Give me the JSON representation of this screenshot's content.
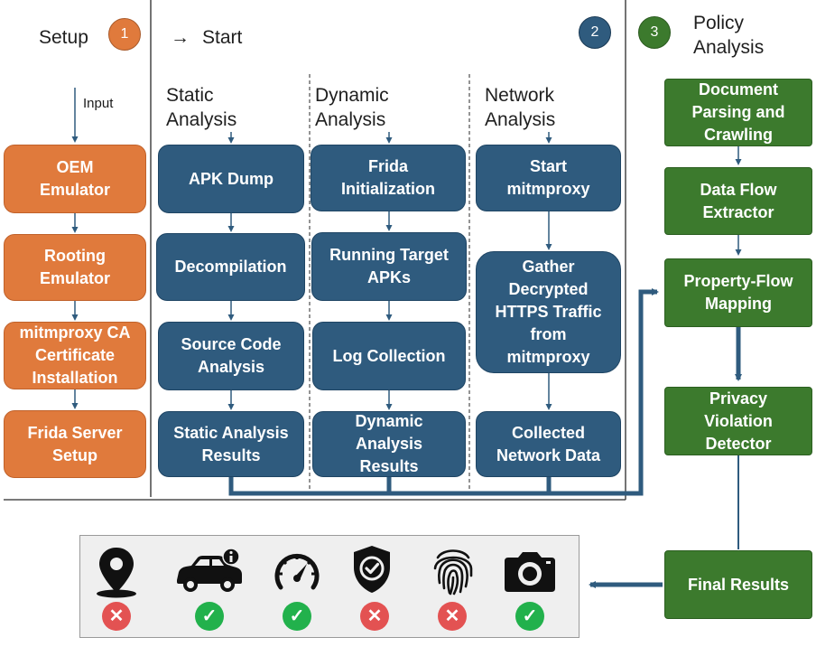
{
  "setup": {
    "title": "Setup",
    "badge": "1",
    "input_label": "Input",
    "steps": [
      "OEM\nEmulator",
      "Rooting\nEmulator",
      "mitmproxy CA\nCertificate\nInstallation",
      "Frida Server\nSetup"
    ]
  },
  "start": {
    "arrow": "→",
    "title": "Start",
    "badge": "2",
    "static": {
      "title": "Static\nAnalysis",
      "steps": [
        "APK Dump",
        "Decompilation",
        "Source Code\nAnalysis",
        "Static Analysis\nResults"
      ]
    },
    "dynamic": {
      "title": "Dynamic\nAnalysis",
      "steps": [
        "Frida\nInitialization",
        "Running Target\nAPKs",
        "Log Collection",
        "Dynamic\nAnalysis\nResults"
      ]
    },
    "network": {
      "title": "Network\nAnalysis",
      "steps": [
        "Start\nmitmproxy",
        "Gather\nDecrypted\nHTTPS Traffic\nfrom\nmitmproxy",
        "Collected\nNetwork Data"
      ]
    }
  },
  "policy": {
    "badge": "3",
    "title": "Policy\nAnalysis",
    "steps": [
      "Document\nParsing and\nCrawling",
      "Data Flow\nExtractor",
      "Property-Flow\nMapping",
      "Privacy\nViolation\nDetector",
      "Final Results"
    ]
  },
  "results": [
    {
      "icon": "location-pin-icon",
      "status": "violation"
    },
    {
      "icon": "car-info-icon",
      "status": "ok"
    },
    {
      "icon": "speedometer-icon",
      "status": "ok"
    },
    {
      "icon": "shield-check-icon",
      "status": "violation"
    },
    {
      "icon": "fingerprint-icon",
      "status": "violation"
    },
    {
      "icon": "camera-icon",
      "status": "ok"
    }
  ],
  "colors": {
    "setup": "#e07a3c",
    "analysis": "#2f5b7e",
    "policy": "#3c7a2d",
    "ok": "#22b14c",
    "violation": "#e35252"
  }
}
